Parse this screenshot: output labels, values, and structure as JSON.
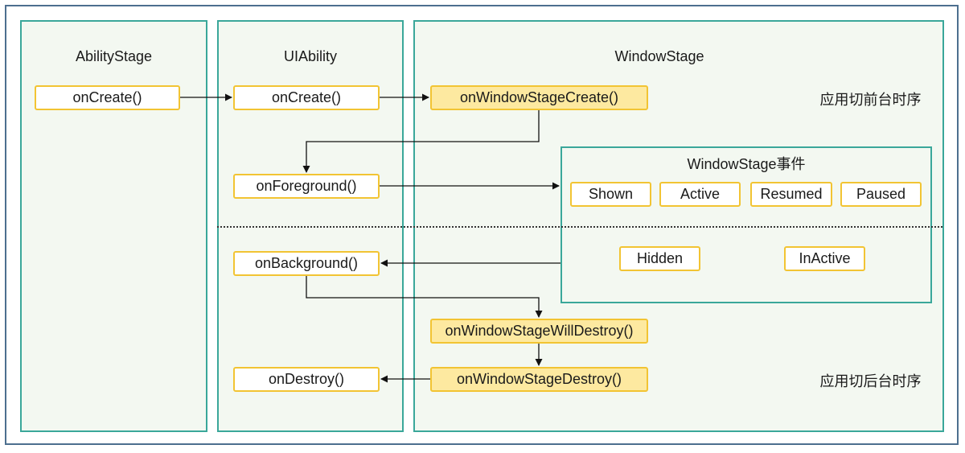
{
  "lanes": {
    "ability_stage": {
      "title": "AbilityStage",
      "on_create": "onCreate()"
    },
    "ui_ability": {
      "title": "UIAbility",
      "on_create": "onCreate()",
      "on_foreground": "onForeground()",
      "on_background": "onBackground()",
      "on_destroy": "onDestroy()"
    },
    "window_stage": {
      "title": "WindowStage",
      "on_create": "onWindowStageCreate()",
      "on_will_destroy": "onWindowStageWillDestroy()",
      "on_destroy": "onWindowStageDestroy()"
    }
  },
  "events": {
    "title": "WindowStage事件",
    "shown": "Shown",
    "active": "Active",
    "resumed": "Resumed",
    "paused": "Paused",
    "hidden": "Hidden",
    "inactive": "InActive"
  },
  "notes": {
    "foreground_sequence": "应用切前台时序",
    "background_sequence": "应用切后台时序"
  },
  "colors": {
    "lane_border": "#3aa79a",
    "lane_fill": "#f3f8f1",
    "box_border": "#f2c433",
    "box_highlight": "#fde9a0",
    "frame_border": "#4d6f8f"
  }
}
